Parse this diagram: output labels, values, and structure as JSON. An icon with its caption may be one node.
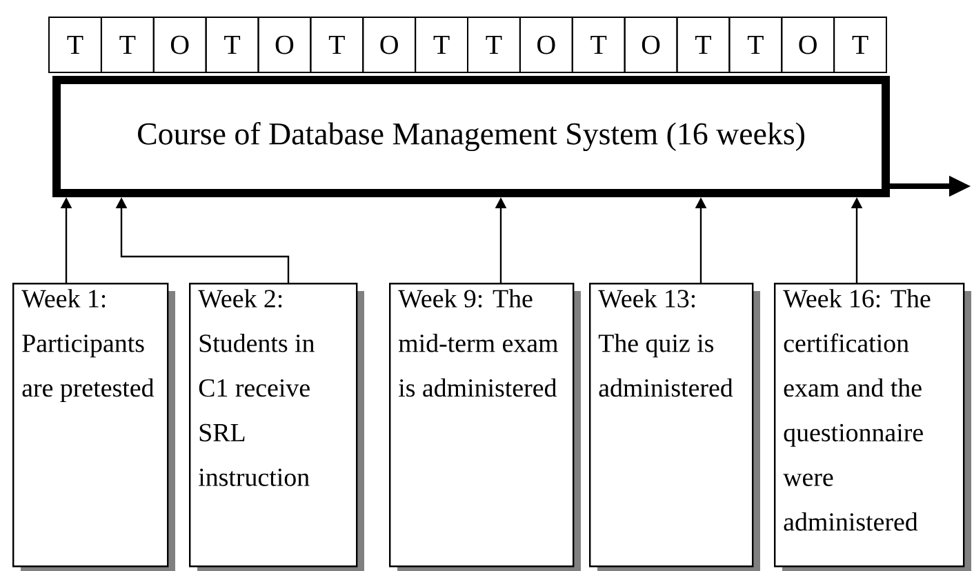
{
  "diagram": {
    "nodes": [
      {
        "text": [
          "T"
        ]
      },
      {
        "text": [
          "T"
        ]
      },
      {
        "text": [
          "O"
        ]
      },
      {
        "text": [
          "T"
        ]
      },
      {
        "text": [
          "O"
        ]
      },
      {
        "text": [
          "T"
        ]
      },
      {
        "text": [
          "O"
        ]
      },
      {
        "text": [
          "T"
        ]
      },
      {
        "text": [
          "T"
        ]
      },
      {
        "text": [
          "O"
        ]
      },
      {
        "text": [
          "T"
        ]
      },
      {
        "text": [
          "O"
        ]
      },
      {
        "text": [
          "T"
        ]
      },
      {
        "text": [
          "T"
        ]
      },
      {
        "text": [
          "O"
        ]
      },
      {
        "text": [
          "T"
        ]
      },
      {
        "text": [
          "Course of Database Management System (16 weeks)"
        ]
      },
      {
        "text": [
          "Week 1: Participants are pretested"
        ]
      },
      {
        "text": [
          "Week 2: Students in C1 receive SRL instruction"
        ]
      },
      {
        "text": [
          "Week 9: The mid-term exam is administered"
        ]
      },
      {
        "text": [
          "Week 13: The quiz is administered"
        ]
      },
      {
        "text": [
          "Week 16: The certification exam and the questionnaire were administered"
        ]
      }
    ],
    "edges": [
      {
        "from": 16,
        "to": null,
        "arrow": "to",
        "style": "thick"
      },
      {
        "from": 17,
        "to": 16,
        "arrow": "to"
      },
      {
        "from": 18,
        "to": 16,
        "arrow": "to"
      },
      {
        "from": 19,
        "to": 16,
        "arrow": "to"
      },
      {
        "from": 20,
        "to": 16,
        "arrow": "to"
      },
      {
        "from": 21,
        "to": 16,
        "arrow": "to"
      }
    ]
  }
}
